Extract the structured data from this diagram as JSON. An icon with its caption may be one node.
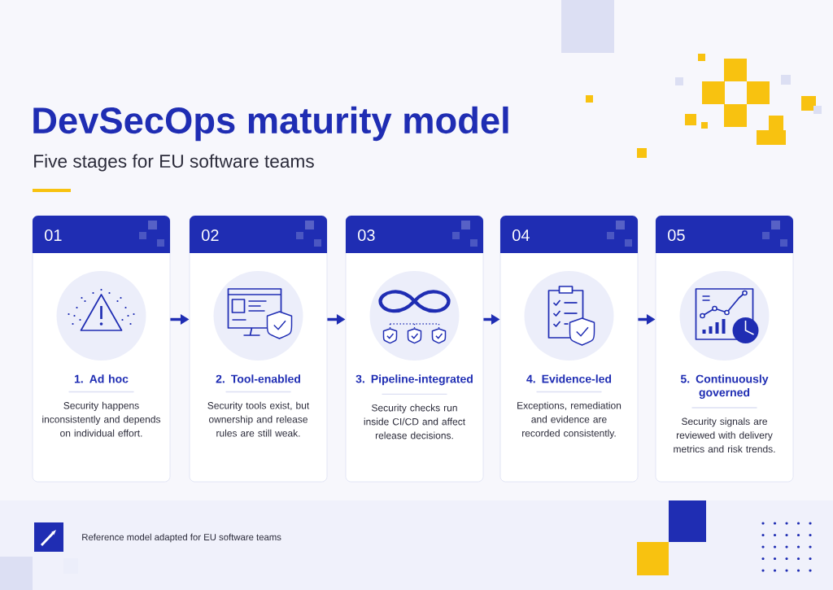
{
  "diagram": {
    "title": "DevSecOps maturity model",
    "nodes": [
      {
        "text": [
          "01",
          "1. Ad hoc",
          "Security happens inconsistently and depends on individual effort."
        ]
      },
      {
        "text": [
          "02",
          "2. Tool-enabled",
          "Security tools exist, but ownership and release rules are still weak."
        ]
      },
      {
        "text": [
          "03",
          "3. Pipeline-integrated",
          "Security checks run inside CI/CD and affect release decisions."
        ]
      },
      {
        "text": [
          "04",
          "4. Evidence-led",
          "Exceptions, remediation and evidence are recorded consistently."
        ]
      },
      {
        "text": [
          "05",
          "5. Continuously governed",
          "Security signals are reviewed with delivery metrics and risk trends."
        ]
      }
    ],
    "edges": [
      {
        "from": 0,
        "to": 1,
        "arrow": "to"
      },
      {
        "from": 1,
        "to": 2,
        "arrow": "to"
      },
      {
        "from": 2,
        "to": 3,
        "arrow": "to"
      },
      {
        "from": 3,
        "to": 4,
        "arrow": "to"
      }
    ],
    "labels": [
      "Five stages for EU software teams",
      "Reference model adapted for EU software teams"
    ]
  }
}
